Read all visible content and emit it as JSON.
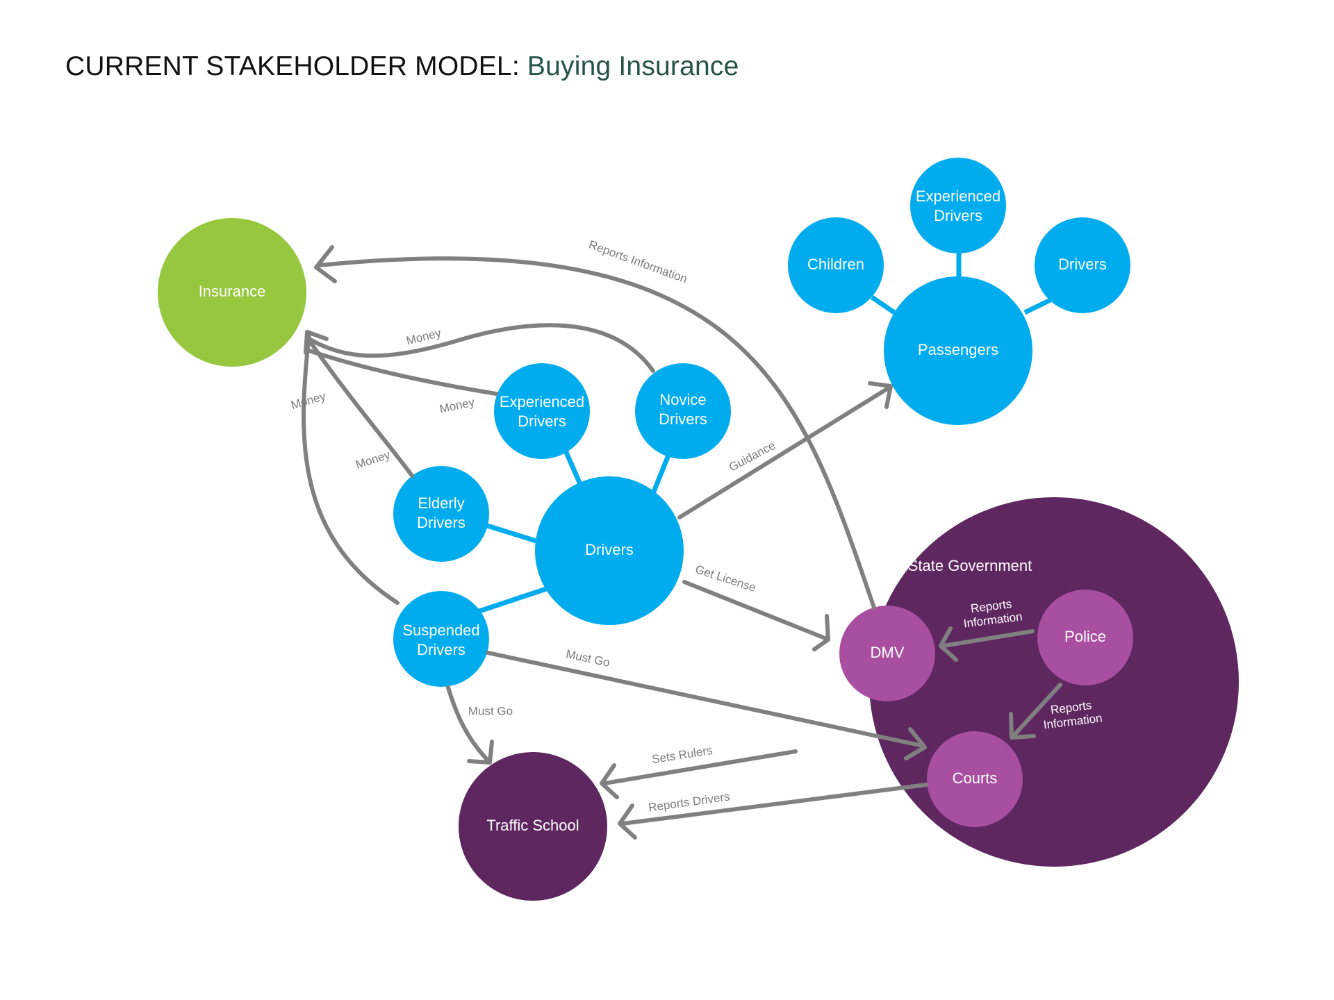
{
  "title": {
    "main": "CURRENT STAKEHOLDER MODEL: ",
    "sub": "Buying Insurance"
  },
  "colors": {
    "insurance": "#97C73E",
    "drivers": "#00ABEE",
    "government": "#5E2760",
    "agency": "#A84FA1",
    "arrow": "#808080",
    "edge_text": "#7B7B7B",
    "title_sub": "#255446"
  },
  "nodes": {
    "insurance": "Insurance",
    "drivers": "Drivers",
    "experienced_drivers": [
      "Experienced",
      "Drivers"
    ],
    "novice_drivers": [
      "Novice",
      "Drivers"
    ],
    "elderly_drivers": [
      "Elderly",
      "Drivers"
    ],
    "suspended_drivers": [
      "Suspended",
      "Drivers"
    ],
    "passengers": "Passengers",
    "children": "Children",
    "passenger_experienced": [
      "Experienced",
      "Drivers"
    ],
    "passenger_drivers": "Drivers",
    "state_government": "State Government",
    "dmv": "DMV",
    "police": "Police",
    "courts": "Courts",
    "traffic_school": "Traffic School"
  },
  "edges": {
    "reports_information_top": "Reports Information",
    "money_novice": "Money",
    "money_experienced": "Money",
    "money_elderly": "Money",
    "money_suspended": "Money",
    "guidance": "Guidance",
    "get_license": "Get License",
    "must_go_courts": "Must Go",
    "must_go_school": "Must Go",
    "sets_rulers": "Sets Rulers",
    "reports_drivers": "Reports Drivers",
    "police_dmv": [
      "Reports",
      "Information"
    ],
    "police_courts": [
      "Reports",
      "Information"
    ]
  }
}
